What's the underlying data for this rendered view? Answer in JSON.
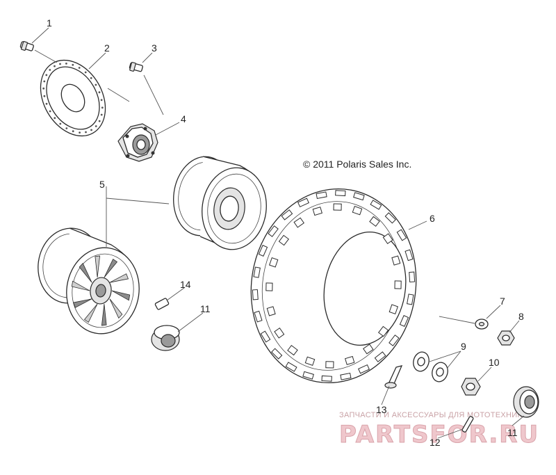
{
  "copyright": "© 2011 Polaris Sales Inc.",
  "watermark": {
    "tagline": "ЗАПЧАСТИ И АКСЕССУАРЫ ДЛЯ МОТОТЕХНИКИ",
    "logo": "PARTSFOR.RU"
  },
  "callouts": [
    {
      "id": "c1",
      "label": "1"
    },
    {
      "id": "c2",
      "label": "2"
    },
    {
      "id": "c3",
      "label": "3"
    },
    {
      "id": "c4",
      "label": "4"
    },
    {
      "id": "c5",
      "label": "5"
    },
    {
      "id": "c6",
      "label": "6"
    },
    {
      "id": "c7",
      "label": "7"
    },
    {
      "id": "c8",
      "label": "8"
    },
    {
      "id": "c9",
      "label": "9"
    },
    {
      "id": "c10",
      "label": "10"
    },
    {
      "id": "c11a",
      "label": "11"
    },
    {
      "id": "c11b",
      "label": "11"
    },
    {
      "id": "c12",
      "label": "12"
    },
    {
      "id": "c13",
      "label": "13"
    },
    {
      "id": "c14",
      "label": "14"
    }
  ]
}
